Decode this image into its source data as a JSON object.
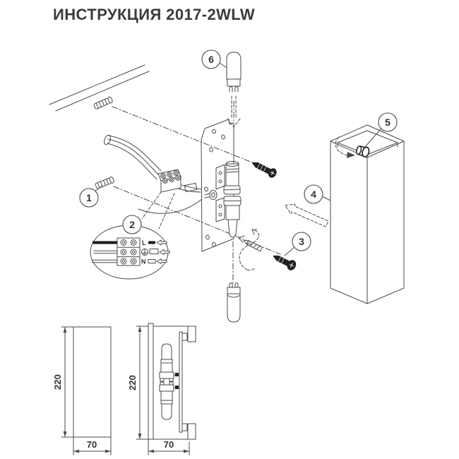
{
  "title": "ИНСТРУКЦИЯ 2017-2WLW",
  "colors": {
    "line": "#4a4a4a",
    "screw_fill": "#212121",
    "text": "#3b3b3b"
  },
  "diagram": {
    "callouts": [
      {
        "number": "1"
      },
      {
        "number": "2"
      },
      {
        "number": "3"
      },
      {
        "number": "4"
      },
      {
        "number": "5"
      },
      {
        "number": "6"
      }
    ],
    "wiring_detail": {
      "live_label": "L",
      "neutral_label": "N",
      "earth_icon": "earth-symbol"
    }
  },
  "views": {
    "front": {
      "height_label": "220",
      "width_label": "70"
    },
    "side": {
      "height_label": "220",
      "width_label": "70"
    }
  }
}
